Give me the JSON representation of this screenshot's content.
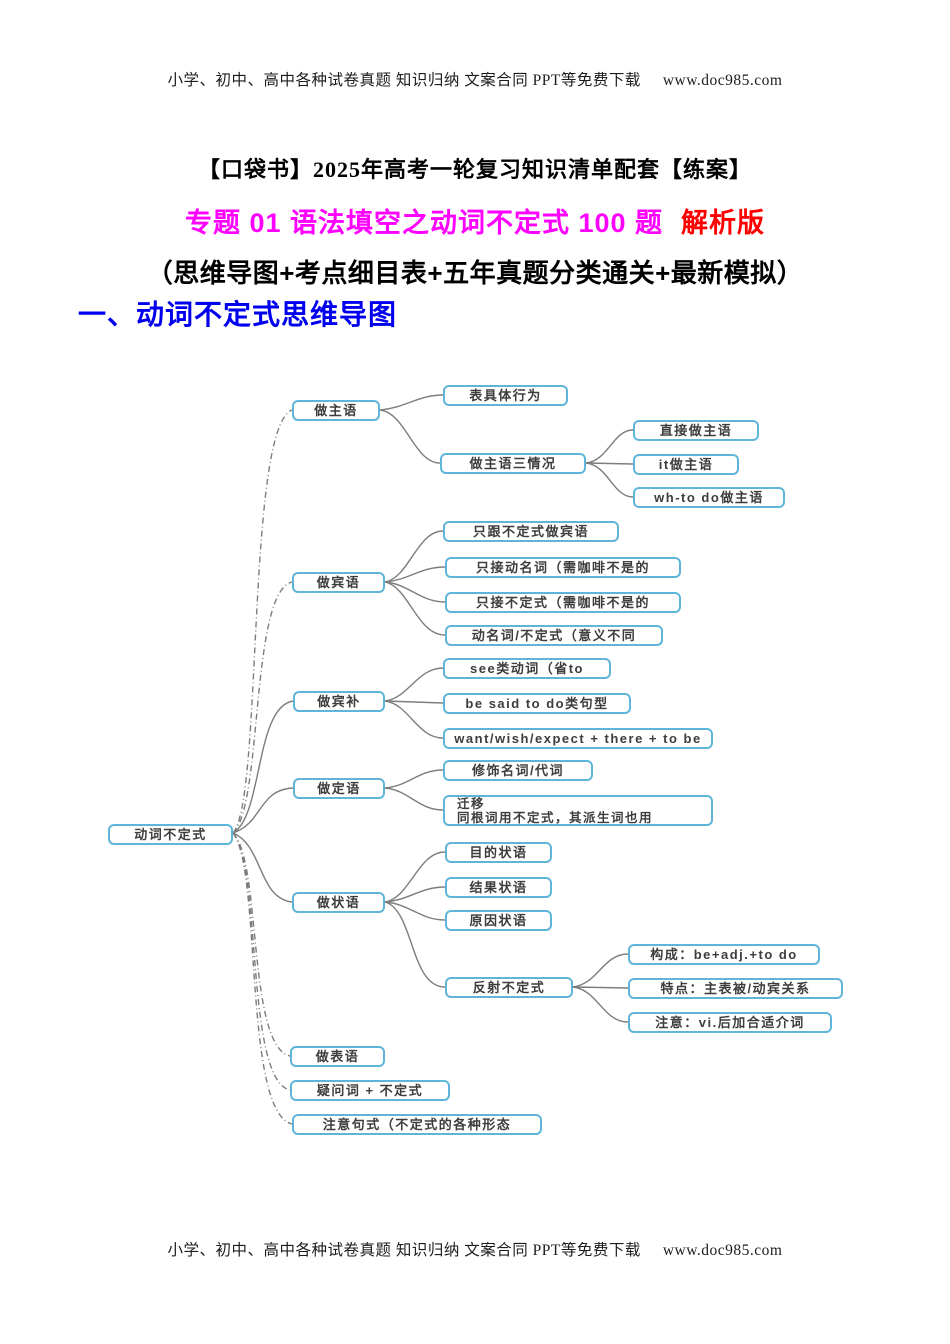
{
  "header": {
    "text": "小学、初中、高中各种试卷真题  知识归纳  文案合同  PPT等免费下载",
    "url": "www.doc985.com"
  },
  "footer": {
    "text": "小学、初中、高中各种试卷真题  知识归纳  文案合同  PPT等免费下载",
    "url": "www.doc985.com"
  },
  "titles": {
    "booklet": "【口袋书】2025年高考一轮复习知识清单配套【练案】",
    "topic": "专题 01 语法填空之动词不定式 100 题",
    "topic_tag": "解析版",
    "subtitle": "（思维导图+考点细目表+五年真题分类通关+最新模拟）",
    "section": "一、动词不定式思维导图"
  },
  "colors": {
    "topic": "#ff00ff",
    "topic_tag": "#ff0000",
    "section_heading": "#0000ee",
    "node_border": "#5fb5d9",
    "connector": "#7d7d7d"
  },
  "mindmap": {
    "root": "动词不定式",
    "nodes": {
      "zhuyu": "做主语",
      "bjxw": "表具体行为",
      "sqk": "做主语三情况",
      "zjzy": "直接做主语",
      "itzy": "it做主语",
      "whzy": "wh-to do做主语",
      "binyu": "做宾语",
      "zgbds": "只跟不定式做宾语",
      "zjdmc": "只接动名词（需咖啡不是的",
      "zjbds": "只接不定式（需咖啡不是的",
      "dmcbds": "动名词/不定式（意义不同",
      "binbu": "做宾补",
      "seelei": "see类动词（省to",
      "besaid": "be said to do类句型",
      "wantwish": "want/wish/expect + there + to be",
      "dingyu": "做定语",
      "xiushi": "修饰名词/代词",
      "qianyi_line1": "迁移",
      "qianyi_line2": "同根词用不定式，其派生词也用",
      "zhuangyu": "做状语",
      "mudi": "目的状语",
      "jieguo": "结果状语",
      "yuanyin": "原因状语",
      "fanshe": "反射不定式",
      "goucheng": "构成：be+adj.+to do",
      "tedian": "特点：主表被/动宾关系",
      "zhuyi": "注意：vi.后加合适介词",
      "biaoyu": "做表语",
      "yiwenci": "疑问词 + 不定式",
      "zhuyijushi": "注意句式（不定式的各种形态"
    }
  }
}
